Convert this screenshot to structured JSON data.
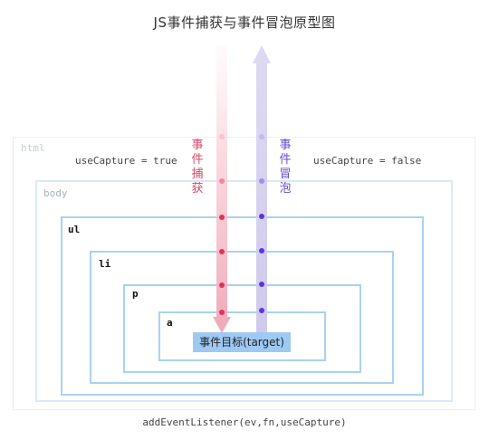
{
  "title": "JS事件捕获与事件冒泡原型图",
  "layers": [
    {
      "name": "html",
      "label": "html"
    },
    {
      "name": "body",
      "label": "body"
    },
    {
      "name": "ul",
      "label": "ul"
    },
    {
      "name": "li",
      "label": "li"
    },
    {
      "name": "p",
      "label": "p"
    },
    {
      "name": "a",
      "label": "a"
    }
  ],
  "capture": {
    "label": "事件捕获",
    "setting": "useCapture = true",
    "color": "#d9476a"
  },
  "bubble": {
    "label": "事件冒泡",
    "setting": "useCapture = false",
    "color": "#6a4bd0"
  },
  "target": {
    "label": "事件目标(target)",
    "color": "#9ec9f3"
  },
  "footer": "addEventListener(ev,fn,useCapture)",
  "colors": {
    "outer_border": "#e4eef7",
    "inner_border": "#9ecbeb"
  }
}
